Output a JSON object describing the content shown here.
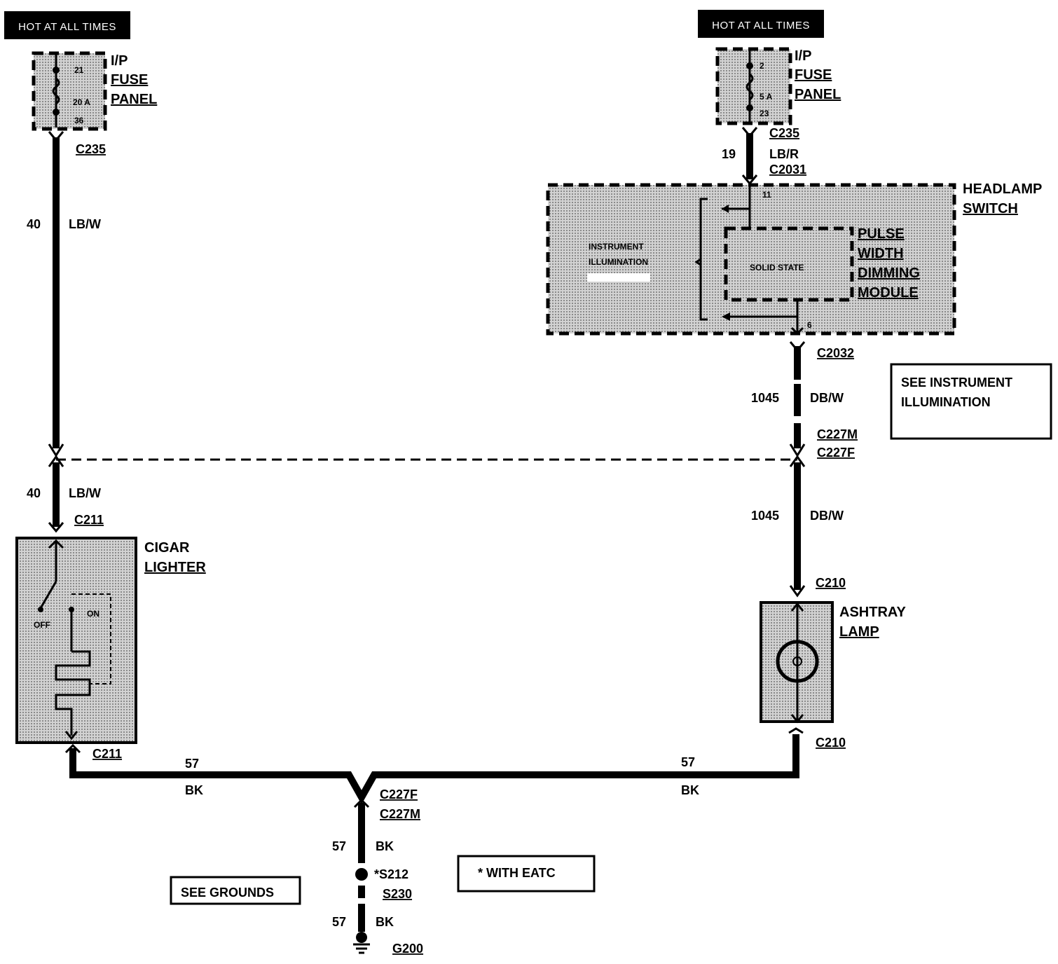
{
  "power_left": {
    "hot_label": "HOT AT ALL TIMES",
    "fuse_top": "21",
    "fuse_rating": "20 A",
    "fuse_bottom": "36",
    "panel_line1": "I/P",
    "panel_line2": "FUSE",
    "panel_line3": "PANEL"
  },
  "power_right": {
    "hot_label": "HOT AT ALL TIMES",
    "fuse_top": "2",
    "fuse_rating": "5 A",
    "fuse_bottom": "23",
    "panel_line1": "I/P",
    "panel_line2": "FUSE",
    "panel_line3": "PANEL"
  },
  "left_branch": {
    "conn_top": "C235",
    "wire_num_1": "40",
    "wire_color_1": "LB/W",
    "wire_num_2": "40",
    "wire_color_2": "LB/W",
    "conn_lighter_in": "C211",
    "conn_lighter_out": "C211"
  },
  "cigar_lighter": {
    "line1": "CIGAR",
    "line2": "LIGHTER",
    "off": "OFF",
    "on": "ON"
  },
  "right_branch": {
    "conn_top": "C235",
    "wire_num_1": "19",
    "wire_color_1": "LB/R",
    "conn_2": "C2031",
    "pin_in": "11",
    "pin_out": "6",
    "conn_3": "C2032",
    "wire_num_2": "1045",
    "wire_color_2": "DB/W",
    "conn_4a": "C227M",
    "conn_4b": "C227F",
    "wire_num_3": "1045",
    "wire_color_3": "DB/W",
    "conn_ashtray_in": "C210",
    "conn_ashtray_out": "C210"
  },
  "headlamp_switch": {
    "line1": "HEADLAMP",
    "line2": "SWITCH",
    "illum1": "INSTRUMENT",
    "illum2": "ILLUMINATION",
    "solid_state": "SOLID STATE"
  },
  "dimming_module": {
    "line1": "PULSE",
    "line2": "WIDTH",
    "line3": "DIMMING",
    "line4": "MODULE"
  },
  "note_instrument": {
    "line1": "SEE INSTRUMENT",
    "line2": "ILLUMINATION"
  },
  "ashtray_lamp": {
    "line1": "ASHTRAY",
    "line2": "LAMP"
  },
  "ground": {
    "left_num": "57",
    "left_color": "BK",
    "right_num": "57",
    "right_color": "BK",
    "conn_a": "C227F",
    "conn_b": "C227M",
    "drop_num_1": "57",
    "drop_color_1": "BK",
    "splice_1": "*S212",
    "splice_2": "S230",
    "drop_num_2": "57",
    "drop_color_2": "BK",
    "ground_id": "G200"
  },
  "notes": {
    "see_grounds": "SEE GROUNDS",
    "with_eatc": "*  WITH EATC"
  }
}
